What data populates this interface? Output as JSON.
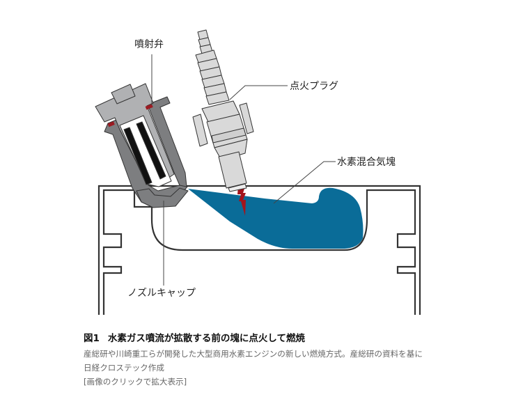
{
  "diagram": {
    "labels": {
      "injector": "噴射弁",
      "spark_plug": "点火プラグ",
      "hydrogen_mixture": "水素混合気塊",
      "nozzle_cap": "ノズルキャップ"
    },
    "colors": {
      "mixture": "#0a6c98",
      "spark": "#a3141c",
      "seal": "#9b1b22",
      "injector_dark": "#7d7e80",
      "injector_light": "#b0b1b3",
      "plug_fill": "#d9d9d9",
      "outline": "#333333"
    }
  },
  "caption": {
    "figure_number": "図1",
    "title": "水素ガス噴流が拡散する前の塊に点火して燃焼",
    "description": "産総研や川崎重工らが開発した大型商用水素エンジンの新しい燃焼方式。産総研の資料を基に日経クロステック作成",
    "enlarge_link": "[画像のクリックで拡大表示]"
  }
}
